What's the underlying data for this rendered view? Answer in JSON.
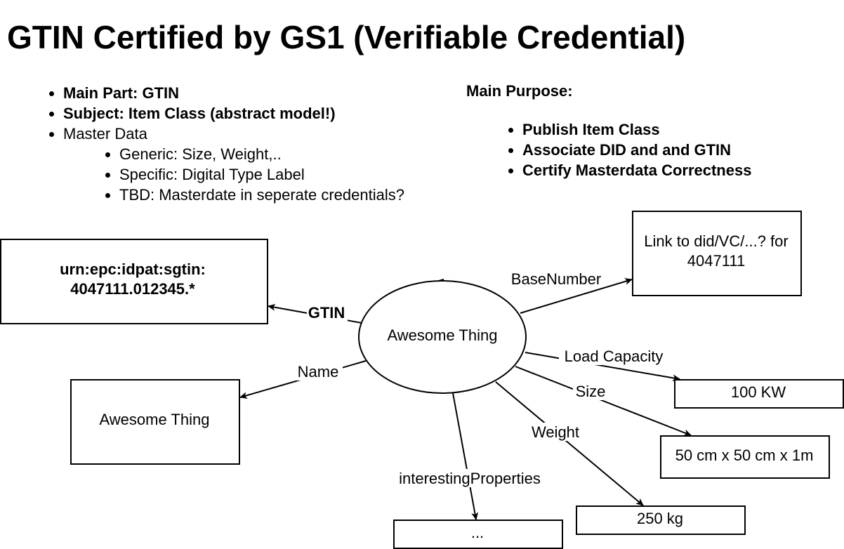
{
  "title": "GTIN Certified by GS1 (Verifiable Credential)",
  "left_list": {
    "items": [
      {
        "text": "Main Part: GTIN",
        "bold": true
      },
      {
        "text": "Subject: Item Class (abstract model!)",
        "bold": true
      },
      {
        "text": "Master Data",
        "bold": false
      }
    ],
    "sub_items": [
      "Generic: Size, Weight,..",
      "Specific: Digital Type Label",
      "TBD: Masterdate in seperate credentials?"
    ]
  },
  "purpose": {
    "heading": "Main Purpose:",
    "items": [
      "Publish Item Class",
      "Associate DID and and GTIN",
      "Certify Masterdata Correctness"
    ]
  },
  "diagram": {
    "center_node": "Awesome Thing",
    "nodes": {
      "urn_line1": "urn:epc:idpat:sgtin:",
      "urn_line2": "4047111.012345.*",
      "link_line1": "Link to did/VC/...? for",
      "link_line2": "4047111",
      "name_value": "Awesome Thing",
      "load_value": "100 KW",
      "size_value": "50 cm x 50 cm x 1m",
      "weight_value": "250 kg",
      "props_value": "..."
    },
    "edges": {
      "gtin": "GTIN",
      "basenumber": "BaseNumber",
      "name": "Name",
      "load": "Load Capacity",
      "size": "Size",
      "weight": "Weight",
      "props": "interestingProperties"
    }
  }
}
